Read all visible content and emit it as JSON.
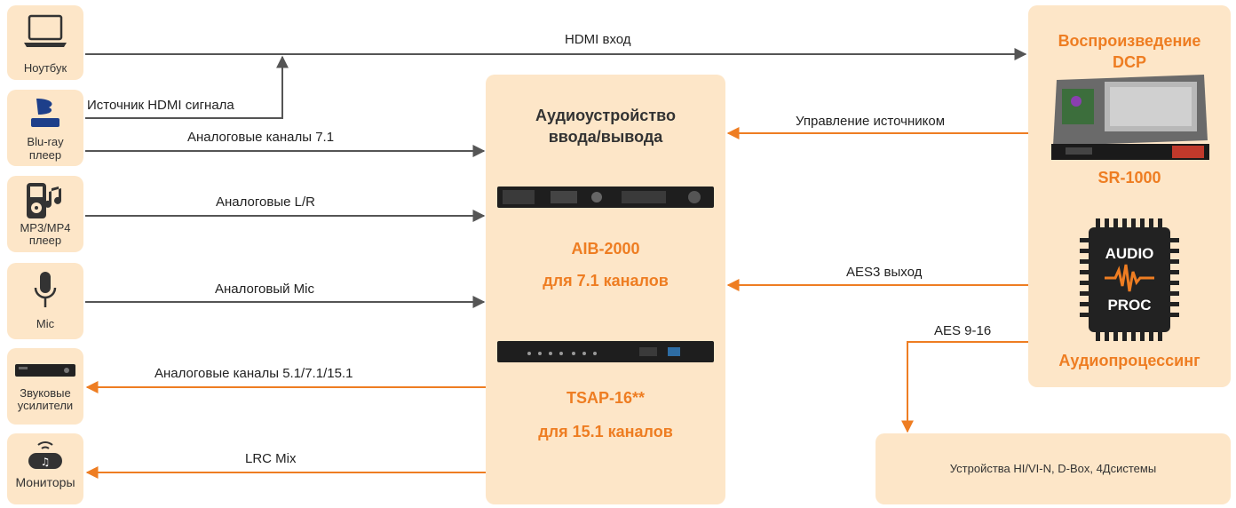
{
  "sources": {
    "laptop": "Ноутбук",
    "bluray_1": "Blu-ray",
    "bluray_2": "плеер",
    "mp3_1": "MP3/MP4",
    "mp3_2": "плеер",
    "mic": "Mic",
    "amp_1": "Звуковые",
    "amp_2": "усилители",
    "monitors": "Мониторы"
  },
  "links": {
    "hdmi_in": "HDMI вход",
    "hdmi_src": "Источник HDMI сигнала",
    "analog71": "Аналоговые каналы 7.1",
    "analog_lr": "Аналоговые L/R",
    "analog_mic": "Аналоговый Mic",
    "analog_out": "Аналоговые каналы 5.1/7.1/15.1",
    "lrc": "LRC Mix",
    "control": "Управление источником",
    "aes3": "AES3 выход",
    "aes916": "AES 9-16"
  },
  "center": {
    "title_1": "Аудиоустройство",
    "title_2": "ввода/вывода",
    "aib_1": "AIB-2000",
    "aib_2": "для 7.1 каналов",
    "tsap_1": "TSAP-16**",
    "tsap_2": "для 15.1 каналов"
  },
  "right": {
    "dcp_1": "Воспроизведение",
    "dcp_2": "DCP",
    "sr": "SR-1000",
    "chip_1": "AUDIO",
    "chip_2": "PROC",
    "proc": "Аудиопроцессинг",
    "devices": "Устройства HI/VI-N, D-Box, 4Дсистемы"
  },
  "colors": {
    "panel": "#fde6c8",
    "accent": "#ee7d22",
    "line": "#555555"
  }
}
